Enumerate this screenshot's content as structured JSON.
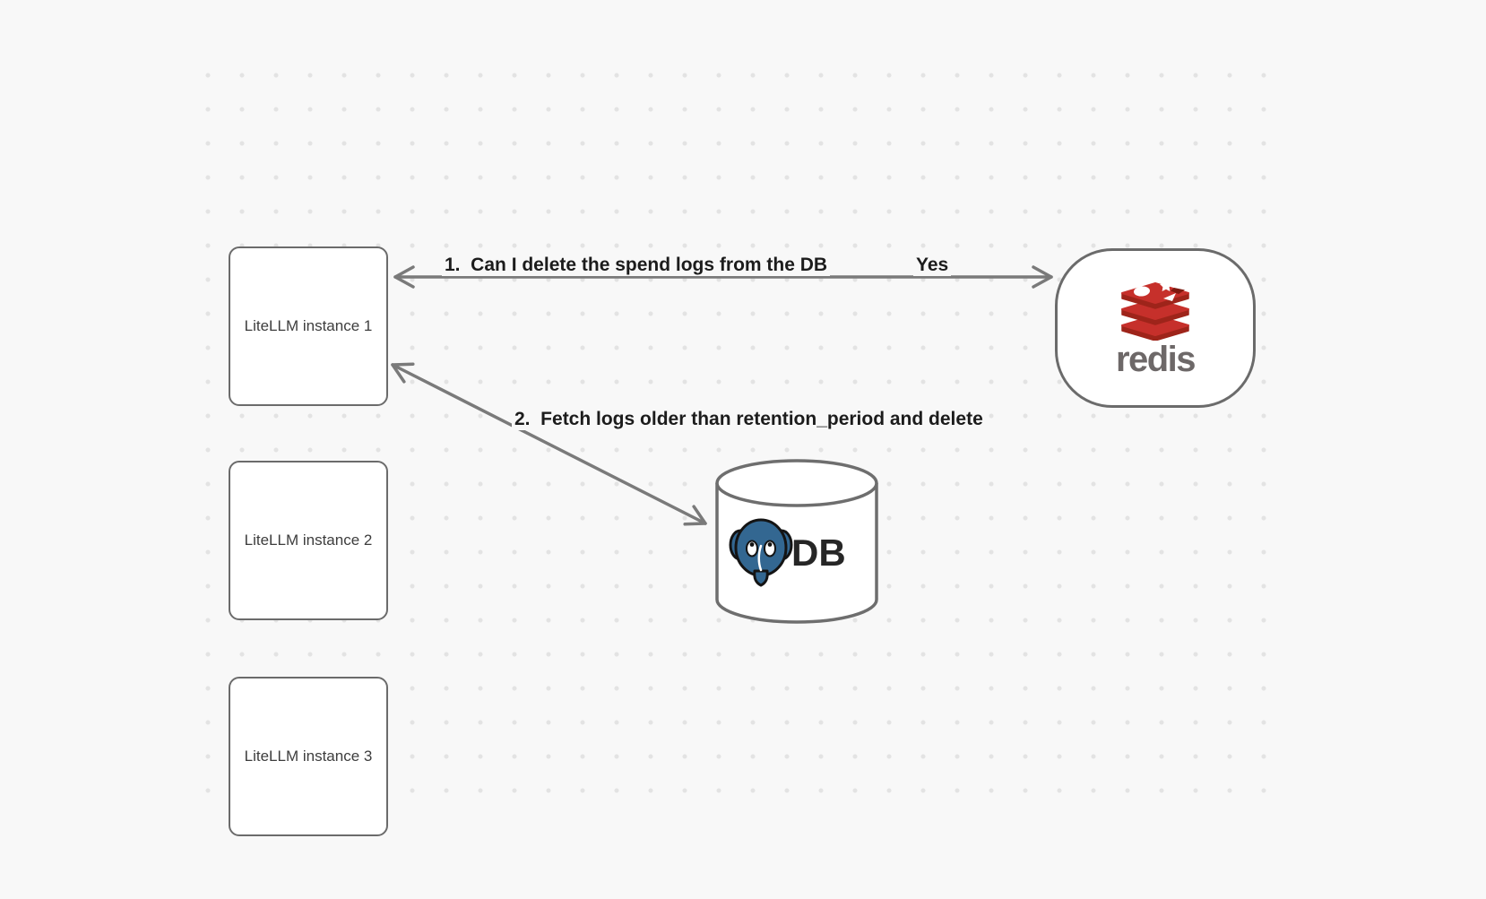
{
  "diagram": {
    "instances": [
      {
        "label": "LiteLLM instance 1"
      },
      {
        "label": "LiteLLM instance 2"
      },
      {
        "label": "LiteLLM instance 3"
      }
    ],
    "redis": {
      "wordmark": "redis"
    },
    "database": {
      "label": "DB"
    },
    "messages": {
      "step1": "1.  Can I delete the spend logs from the DB",
      "step1_response": "Yes",
      "step2": "2.  Fetch logs older than retention_period and delete"
    },
    "icons": {
      "redis_logo": "redis-stack-logo",
      "postgres_logo": "postgres-elephant-logo"
    },
    "colors": {
      "background": "#f8f8f8",
      "dots": "#e3e3e3",
      "shape_border": "#6b6b6b",
      "arrow": "#7a7a7a",
      "label_text": "#1c1c1c",
      "redis_red": "#c6302b",
      "redis_red_dark": "#9e241a",
      "redis_wordmark_gray": "#6d6868",
      "postgres_blue": "#336791"
    }
  }
}
